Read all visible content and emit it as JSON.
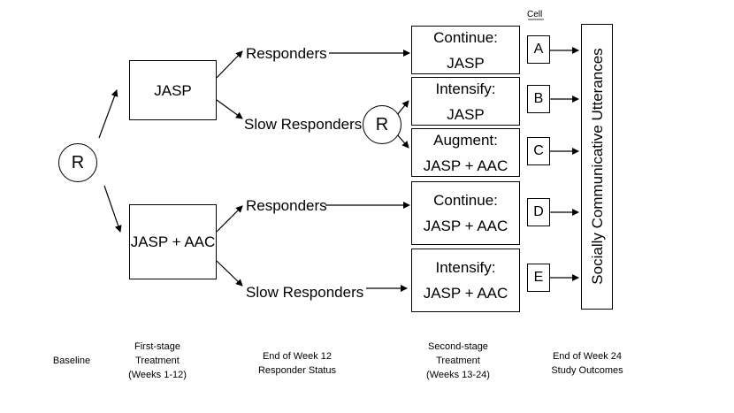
{
  "randomization": {
    "label": "R"
  },
  "first_stage": {
    "top": "JASP",
    "bottom": "JASP + AAC"
  },
  "responder_status": {
    "top_responders": "Responders",
    "top_slow": "Slow Responders",
    "bottom_responders": "Responders",
    "bottom_slow": "Slow Responders"
  },
  "second_stage": [
    {
      "line1": "Continue:",
      "line2": "JASP",
      "cell": "A"
    },
    {
      "line1": "Intensify:",
      "line2": "JASP",
      "cell": "B"
    },
    {
      "line1": "Augment:",
      "line2": "JASP + AAC",
      "cell": "C"
    },
    {
      "line1": "Continue:",
      "line2": "JASP + AAC",
      "cell": "D"
    },
    {
      "line1": "Intensify:",
      "line2": "JASP + AAC",
      "cell": "E"
    }
  ],
  "cell_header": "Cell",
  "outcome": "Socially Communicative Utterances",
  "footer": {
    "baseline": "Baseline",
    "first_stage": [
      "First-stage",
      "Treatment",
      "(Weeks 1-12)"
    ],
    "week12": [
      "End of Week 12",
      "Responder Status"
    ],
    "second_stage": [
      "Second-stage",
      "Treatment",
      "(Weeks 13-24)"
    ],
    "week24": [
      "End of Week 24",
      "Study Outcomes"
    ]
  }
}
